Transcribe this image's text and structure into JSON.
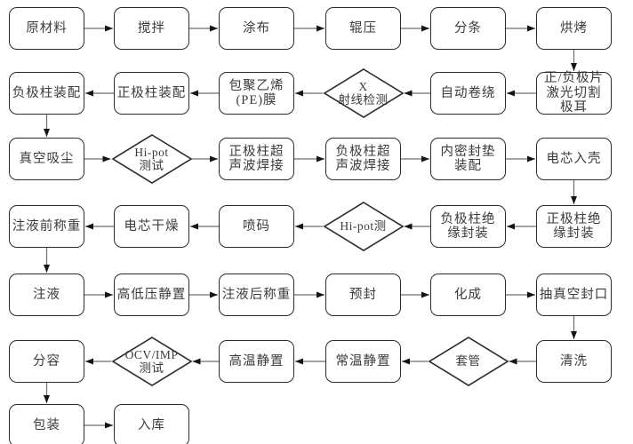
{
  "flowchart": {
    "colors": {
      "background": "#ffffff",
      "node_fill": "#ffffff",
      "node_border": "#2b2b2b",
      "connector": "#6e6e6e",
      "arrowhead": "#151515",
      "text": "#3a3a3a"
    },
    "nodes": [
      {
        "id": "raw-material",
        "shape": "box",
        "col": 0,
        "row": 0,
        "lines": [
          "原材料"
        ]
      },
      {
        "id": "mixing",
        "shape": "box",
        "col": 1,
        "row": 0,
        "lines": [
          "搅拌"
        ]
      },
      {
        "id": "coating",
        "shape": "box",
        "col": 2,
        "row": 0,
        "lines": [
          "涂布"
        ]
      },
      {
        "id": "calendering",
        "shape": "box",
        "col": 3,
        "row": 0,
        "lines": [
          "辊压"
        ]
      },
      {
        "id": "slitting",
        "shape": "box",
        "col": 4,
        "row": 0,
        "lines": [
          "分条"
        ]
      },
      {
        "id": "baking",
        "shape": "box",
        "col": 5,
        "row": 0,
        "lines": [
          "烘烤"
        ]
      },
      {
        "id": "neg-post-assembly",
        "shape": "box",
        "col": 0,
        "row": 1,
        "lines": [
          "负极柱装配"
        ]
      },
      {
        "id": "pos-post-assembly",
        "shape": "box",
        "col": 1,
        "row": 1,
        "lines": [
          "正极柱装配"
        ]
      },
      {
        "id": "pe-film-wrapping",
        "shape": "box",
        "col": 2,
        "row": 1,
        "lines": [
          "包聚乙烯",
          "(PE)膜"
        ]
      },
      {
        "id": "xray-inspection",
        "shape": "diamond",
        "col": 3,
        "row": 1,
        "lines": [
          "X",
          "射线检测"
        ]
      },
      {
        "id": "auto-winding",
        "shape": "box",
        "col": 4,
        "row": 1,
        "lines": [
          "自动卷绕"
        ]
      },
      {
        "id": "laser-tab-cutting",
        "shape": "box",
        "col": 5,
        "row": 1,
        "lines": [
          "正/负极片",
          "激光切割",
          "极耳"
        ]
      },
      {
        "id": "vacuum-cleaning",
        "shape": "box",
        "col": 0,
        "row": 2,
        "lines": [
          "真空吸尘"
        ]
      },
      {
        "id": "hipot-test-1",
        "shape": "diamond",
        "col": 1,
        "row": 2,
        "lines": [
          "Hi-pot",
          "测试"
        ]
      },
      {
        "id": "pos-post-ultrasonic-weld",
        "shape": "box",
        "col": 2,
        "row": 2,
        "lines": [
          "正极柱超",
          "声波焊接"
        ]
      },
      {
        "id": "neg-post-ultrasonic-weld",
        "shape": "box",
        "col": 3,
        "row": 2,
        "lines": [
          "负极柱超",
          "声波焊接"
        ]
      },
      {
        "id": "inner-gasket-assembly",
        "shape": "box",
        "col": 4,
        "row": 2,
        "lines": [
          "内密封垫",
          "装配"
        ]
      },
      {
        "id": "cell-into-can",
        "shape": "box",
        "col": 5,
        "row": 2,
        "lines": [
          "电芯入壳"
        ]
      },
      {
        "id": "pre-fill-weighing",
        "shape": "box",
        "col": 0,
        "row": 3,
        "lines": [
          "注液前称重"
        ]
      },
      {
        "id": "cell-drying",
        "shape": "box",
        "col": 1,
        "row": 3,
        "lines": [
          "电芯干燥"
        ]
      },
      {
        "id": "inkjet-coding",
        "shape": "box",
        "col": 2,
        "row": 3,
        "lines": [
          "喷码"
        ]
      },
      {
        "id": "hipot-test-2",
        "shape": "diamond",
        "col": 3,
        "row": 3,
        "lines": [
          "Hi-pot测"
        ]
      },
      {
        "id": "neg-post-insulation",
        "shape": "box",
        "col": 4,
        "row": 3,
        "lines": [
          "负极柱绝",
          "缘封装"
        ]
      },
      {
        "id": "pos-post-insulation",
        "shape": "box",
        "col": 5,
        "row": 3,
        "lines": [
          "正极柱绝",
          "缘封装"
        ]
      },
      {
        "id": "electrolyte-filling",
        "shape": "box",
        "col": 0,
        "row": 4,
        "lines": [
          "注液"
        ]
      },
      {
        "id": "high-low-pressure-rest",
        "shape": "box",
        "col": 1,
        "row": 4,
        "lines": [
          "高低压静置"
        ]
      },
      {
        "id": "post-fill-weighing",
        "shape": "box",
        "col": 2,
        "row": 4,
        "lines": [
          "注液后称重"
        ]
      },
      {
        "id": "pre-sealing",
        "shape": "box",
        "col": 3,
        "row": 4,
        "lines": [
          "预封"
        ]
      },
      {
        "id": "formation",
        "shape": "box",
        "col": 4,
        "row": 4,
        "lines": [
          "化成"
        ]
      },
      {
        "id": "vacuum-sealing",
        "shape": "box",
        "col": 5,
        "row": 4,
        "lines": [
          "抽真空封口"
        ]
      },
      {
        "id": "grading",
        "shape": "box",
        "col": 0,
        "row": 5,
        "lines": [
          "分容"
        ]
      },
      {
        "id": "ocv-imp-test",
        "shape": "diamond",
        "col": 1,
        "row": 5,
        "lines": [
          "OCV/IMP",
          "测试"
        ]
      },
      {
        "id": "high-temp-rest",
        "shape": "box",
        "col": 2,
        "row": 5,
        "lines": [
          "高温静置"
        ]
      },
      {
        "id": "room-temp-rest",
        "shape": "box",
        "col": 3,
        "row": 5,
        "lines": [
          "常温静置"
        ]
      },
      {
        "id": "sleeving",
        "shape": "diamond",
        "col": 4,
        "row": 5,
        "lines": [
          "套管"
        ]
      },
      {
        "id": "washing",
        "shape": "box",
        "col": 5,
        "row": 5,
        "lines": [
          "清洗"
        ]
      },
      {
        "id": "packaging",
        "shape": "box",
        "col": 0,
        "row": 6,
        "lines": [
          "包装"
        ]
      },
      {
        "id": "warehousing",
        "shape": "box",
        "col": 1,
        "row": 6,
        "lines": [
          "入库"
        ]
      }
    ],
    "edges": [
      {
        "from": "raw-material",
        "to": "mixing"
      },
      {
        "from": "mixing",
        "to": "coating"
      },
      {
        "from": "coating",
        "to": "calendering"
      },
      {
        "from": "calendering",
        "to": "slitting"
      },
      {
        "from": "slitting",
        "to": "baking"
      },
      {
        "from": "baking",
        "to": "laser-tab-cutting"
      },
      {
        "from": "laser-tab-cutting",
        "to": "auto-winding"
      },
      {
        "from": "auto-winding",
        "to": "xray-inspection"
      },
      {
        "from": "xray-inspection",
        "to": "pe-film-wrapping"
      },
      {
        "from": "pe-film-wrapping",
        "to": "pos-post-assembly"
      },
      {
        "from": "pos-post-assembly",
        "to": "neg-post-assembly"
      },
      {
        "from": "neg-post-assembly",
        "to": "vacuum-cleaning"
      },
      {
        "from": "vacuum-cleaning",
        "to": "hipot-test-1"
      },
      {
        "from": "hipot-test-1",
        "to": "pos-post-ultrasonic-weld"
      },
      {
        "from": "pos-post-ultrasonic-weld",
        "to": "neg-post-ultrasonic-weld"
      },
      {
        "from": "neg-post-ultrasonic-weld",
        "to": "inner-gasket-assembly"
      },
      {
        "from": "inner-gasket-assembly",
        "to": "cell-into-can"
      },
      {
        "from": "cell-into-can",
        "to": "pos-post-insulation"
      },
      {
        "from": "pos-post-insulation",
        "to": "neg-post-insulation"
      },
      {
        "from": "neg-post-insulation",
        "to": "hipot-test-2"
      },
      {
        "from": "hipot-test-2",
        "to": "inkjet-coding"
      },
      {
        "from": "inkjet-coding",
        "to": "cell-drying"
      },
      {
        "from": "cell-drying",
        "to": "pre-fill-weighing"
      },
      {
        "from": "pre-fill-weighing",
        "to": "electrolyte-filling"
      },
      {
        "from": "electrolyte-filling",
        "to": "high-low-pressure-rest"
      },
      {
        "from": "high-low-pressure-rest",
        "to": "post-fill-weighing"
      },
      {
        "from": "post-fill-weighing",
        "to": "pre-sealing"
      },
      {
        "from": "pre-sealing",
        "to": "formation"
      },
      {
        "from": "formation",
        "to": "vacuum-sealing"
      },
      {
        "from": "vacuum-sealing",
        "to": "washing"
      },
      {
        "from": "washing",
        "to": "sleeving"
      },
      {
        "from": "sleeving",
        "to": "room-temp-rest"
      },
      {
        "from": "room-temp-rest",
        "to": "high-temp-rest"
      },
      {
        "from": "high-temp-rest",
        "to": "ocv-imp-test"
      },
      {
        "from": "ocv-imp-test",
        "to": "grading"
      },
      {
        "from": "grading",
        "to": "packaging"
      },
      {
        "from": "packaging",
        "to": "warehousing"
      }
    ]
  }
}
